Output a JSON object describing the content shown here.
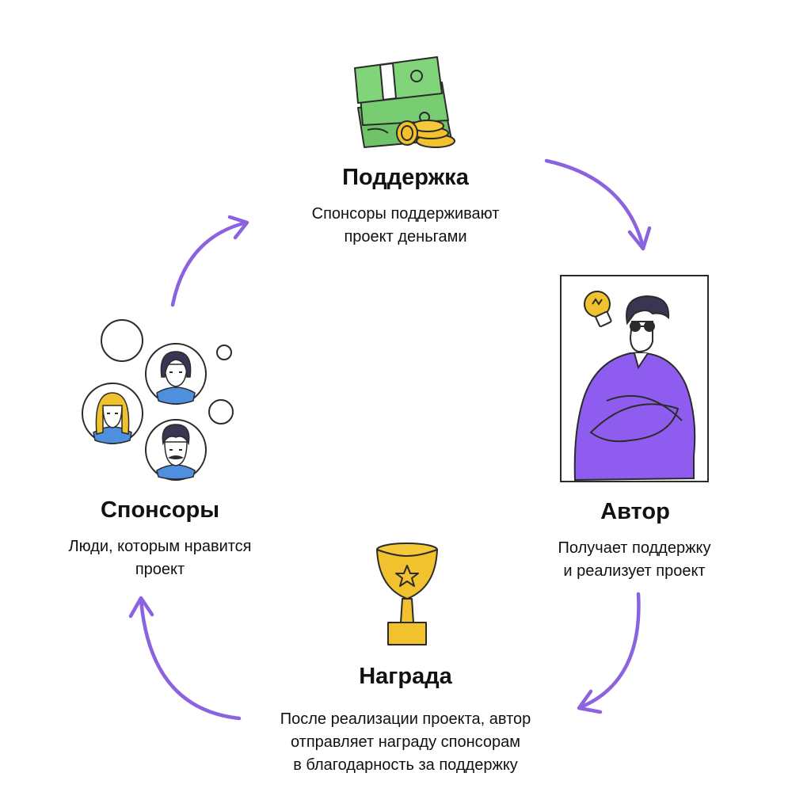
{
  "stages": {
    "support": {
      "title": "Поддержка",
      "description": "Спонсоры поддерживают\nпроект деньгами"
    },
    "author": {
      "title": "Автор",
      "description": "Получает поддержку\nи реализует проект"
    },
    "reward": {
      "title": "Награда",
      "description": "После реализации проекта, автор\nотправляет награду спонсорам\nв благодарность за поддержку"
    },
    "sponsors": {
      "title": "Спонсоры",
      "description": "Люди, которым нравится\nпроект"
    }
  },
  "colors": {
    "arrow": "#8b63e0",
    "money_green": "#6fc46a",
    "gold": "#f2c12e",
    "sweater": "#8e5df0",
    "hair": "#3a3550",
    "shirt_blue": "#4f8fe0",
    "outline": "#2b2b2b"
  },
  "icons": {
    "support": "money-stack-icon",
    "author": "author-portrait-icon",
    "reward": "trophy-icon",
    "sponsors": "sponsor-avatars-icon"
  }
}
